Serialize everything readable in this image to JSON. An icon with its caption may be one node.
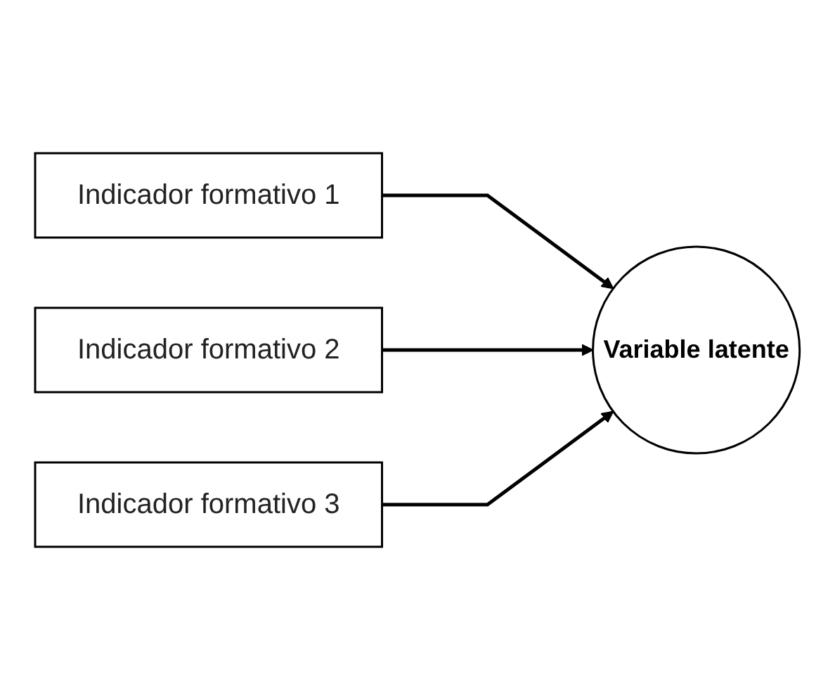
{
  "diagram": {
    "nodes": [
      {
        "text": [
          "Indicador formativo 1"
        ]
      },
      {
        "text": [
          "Indicador formativo 2"
        ]
      },
      {
        "text": [
          "Indicador formativo 3"
        ]
      },
      {
        "text": [
          "Variable latente"
        ]
      }
    ],
    "edges": [
      {
        "from": 0,
        "to": 3,
        "arrow": "to"
      },
      {
        "from": 1,
        "to": 3,
        "arrow": "to"
      },
      {
        "from": 2,
        "to": 3,
        "arrow": "to"
      }
    ]
  }
}
